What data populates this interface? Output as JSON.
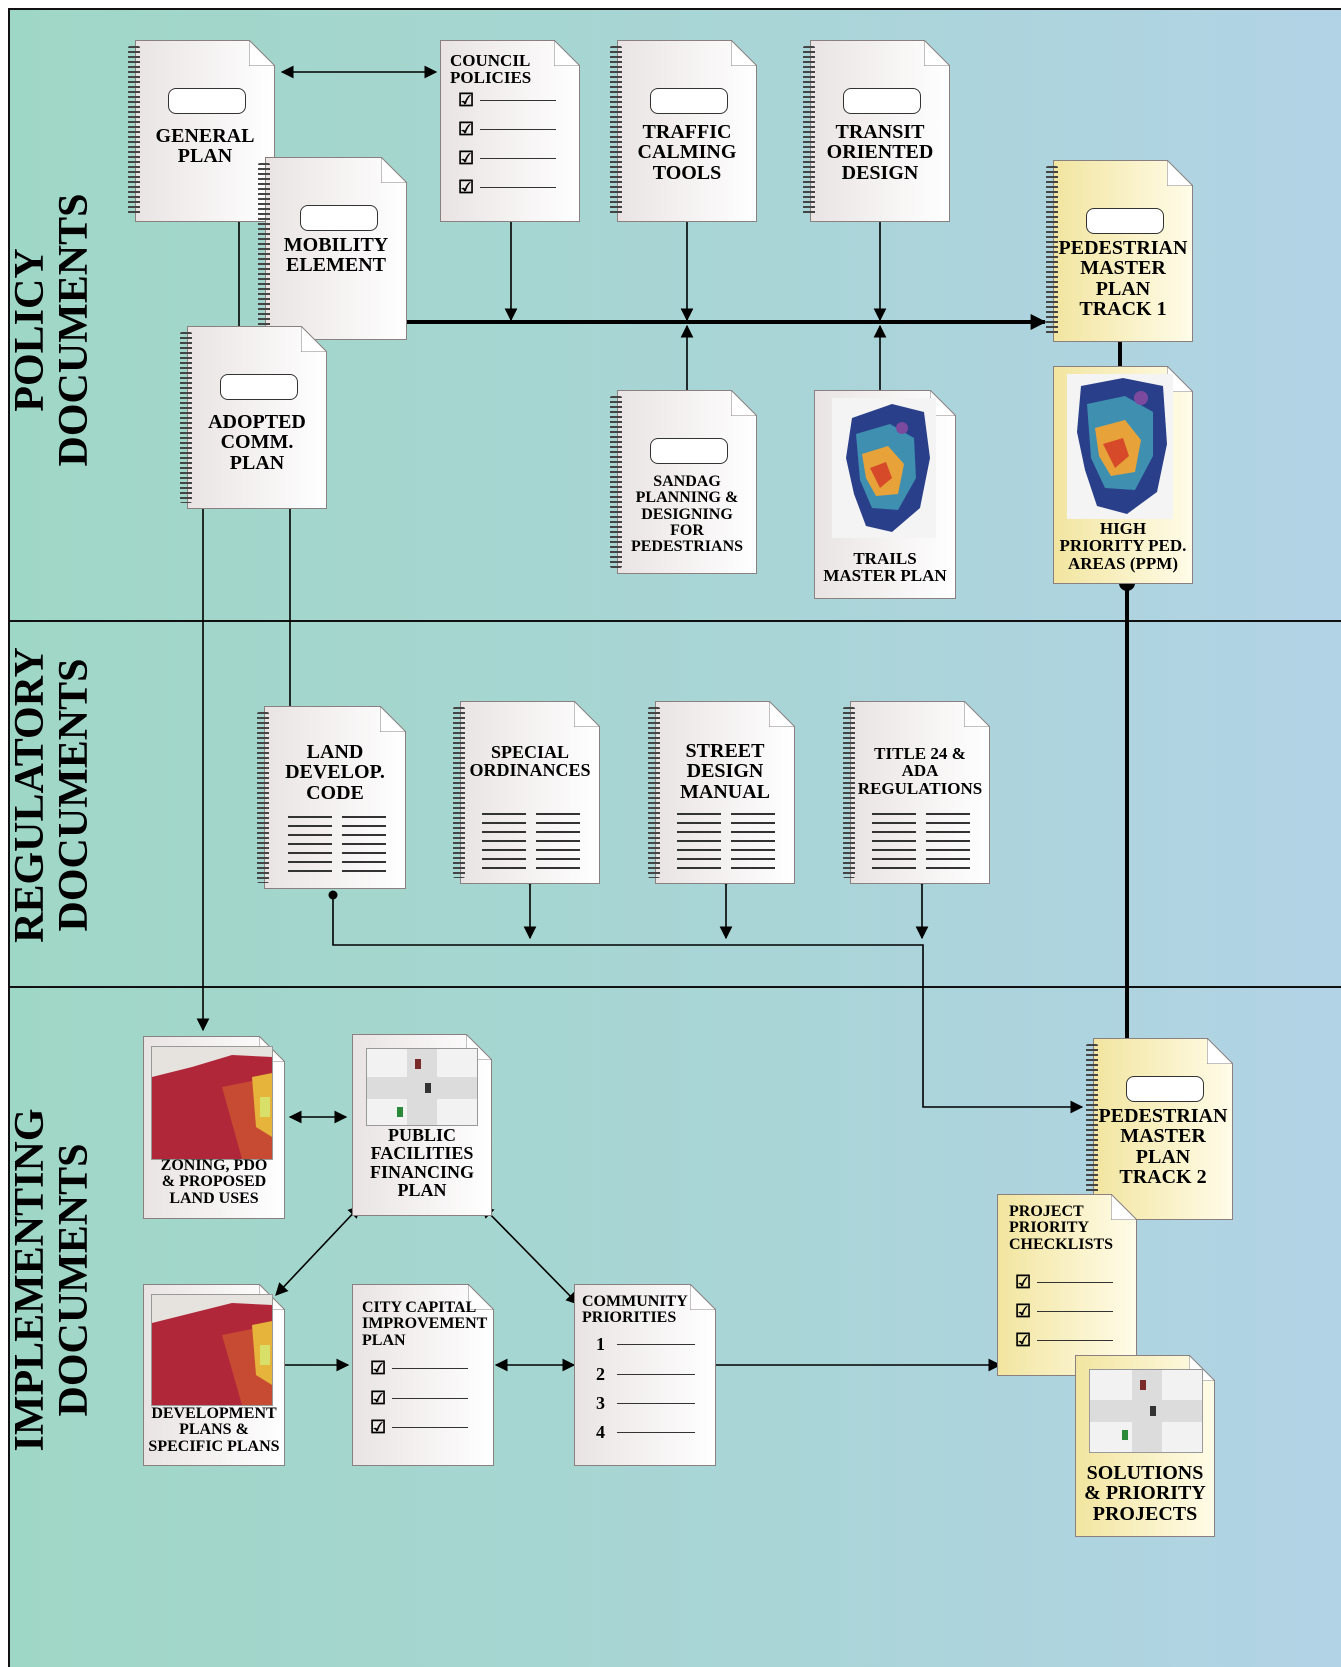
{
  "bands": {
    "policy_label": "POLICY\nDOCUMENTS",
    "regulatory_label": "REGULATORY\nDOCUMENTS",
    "implementing_label": "IMPLEMENTING\nDOCUMENTS"
  },
  "docs": {
    "general_plan": "GENERAL\nPLAN",
    "mobility_element": "MOBILITY\nELEMENT",
    "council_policies": "COUNCIL\nPOLICIES",
    "traffic_calming": "TRAFFIC\nCALMING\nTOOLS",
    "transit_oriented": "TRANSIT\nORIENTED\nDESIGN",
    "ped_master_track1": "PEDESTRIAN\nMASTER\nPLAN\nTRACK 1",
    "adopted_comm_plan": "ADOPTED\nCOMM.\nPLAN",
    "sandag": "SANDAG\nPLANNING  &\nDESIGNING\nFOR\nPEDESTRIANS",
    "trails": "TRAILS\nMASTER PLAN",
    "high_priority": "HIGH\nPRIORITY PED.\nAREAS (PPM)",
    "land_develop": "LAND\nDEVELOP.\nCODE",
    "special_ord": "SPECIAL\nORDINANCES",
    "street_design": "STREET\nDESIGN\nMANUAL",
    "title24": "TITLE 24 &\nADA\nREGULATIONS",
    "zoning": "ZONING, PDO\n& PROPOSED\nLAND USES",
    "public_facilities": "PUBLIC\nFACILITIES\nFINANCING\nPLAN",
    "ped_master_track2": "PEDESTRIAN\nMASTER\nPLAN\nTRACK 2",
    "development_plans": "DEVELOPMENT\nPLANS &\nSPECIFIC PLANS",
    "city_capital": "CITY CAPITAL\nIMPROVEMENT\nPLAN",
    "community_priorities": "COMMUNITY\nPRIORITIES",
    "project_priority": "PROJECT\nPRIORITY\nCHECKLISTS",
    "solutions": "SOLUTIONS\n& PRIORITY\nPROJECTS"
  },
  "check_icon": "checkbox-tick-icon",
  "priority_numbers": [
    "1",
    "2",
    "3",
    "4"
  ],
  "colors": {
    "bg_left": "#9fd6c8",
    "bg_right": "#b0d4e4",
    "doc_yellow": "#f6ebb0"
  }
}
